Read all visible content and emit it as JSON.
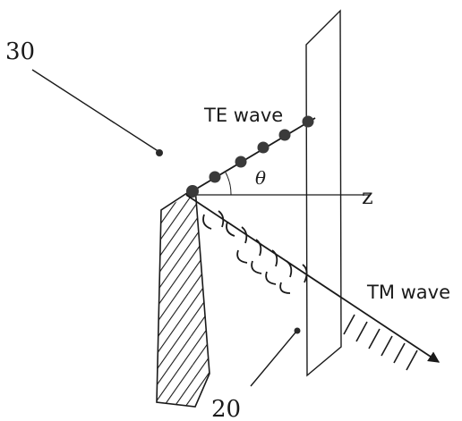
{
  "labels": {
    "ref_30": "30",
    "ref_20": "20",
    "te_wave": "TE wave",
    "tm_wave": "TM wave",
    "angle": "θ",
    "axis_z": "z"
  },
  "colors": {
    "line": "#1a1a1a",
    "dot": "#3a3a3a",
    "hatch": "#1a1a1a",
    "background": "#ffffff"
  }
}
